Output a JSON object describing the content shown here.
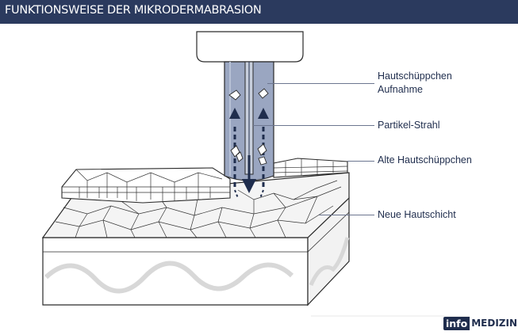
{
  "header": {
    "title": "FUNKTIONSWEISE DER MIKRODERMABRASION"
  },
  "labels": {
    "pickup_line1": "Hautschüppchen",
    "pickup_line2": "Aufnahme",
    "particle_jet": "Partikel-Strahl",
    "old_flakes": "Alte Hautschüppchen",
    "new_layer": "Neue Hautschicht"
  },
  "logo": {
    "info": "info",
    "medizin": "MEDIZIN"
  },
  "colors": {
    "header_bg": "#2b3a5e",
    "header_text": "#ffffff",
    "label_text": "#1f2d4d",
    "tube_fill": "#9aa6c1",
    "arrow": "#1f2d4d",
    "outline": "#2a2a2a"
  },
  "icons": [
    "up-arrow-icon",
    "down-arrow-icon",
    "skin-flake-icon"
  ]
}
